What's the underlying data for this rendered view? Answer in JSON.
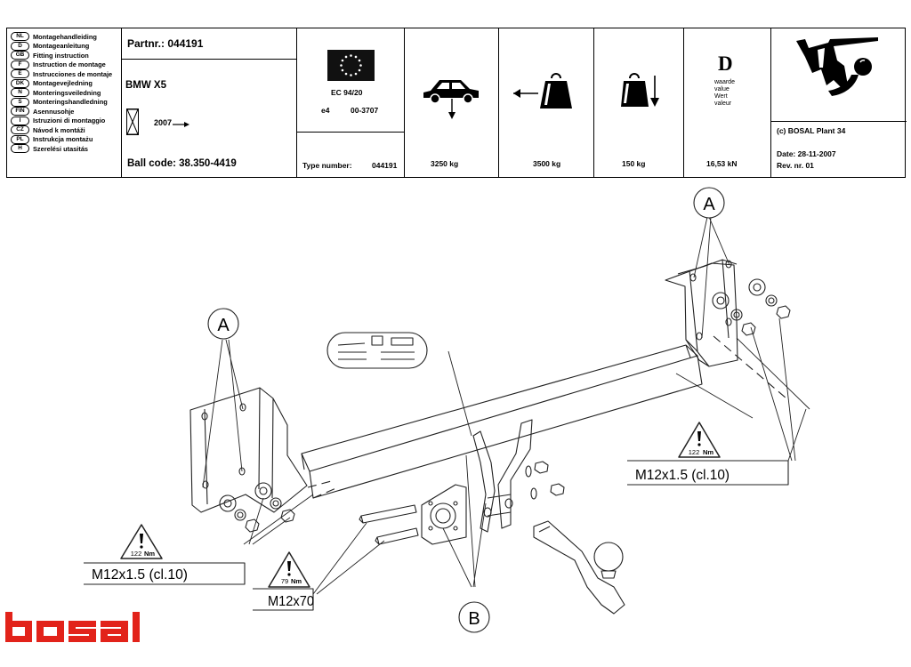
{
  "languages": [
    {
      "code": "NL",
      "text": "Montagehandleiding"
    },
    {
      "code": "D",
      "text": "Montageanleitung"
    },
    {
      "code": "GB",
      "text": "Fitting instruction"
    },
    {
      "code": "F",
      "text": "Instruction de montage"
    },
    {
      "code": "E",
      "text": "Instrucciones de montaje"
    },
    {
      "code": "DK",
      "text": "Montagevejledning"
    },
    {
      "code": "N",
      "text": "Monteringsveiledning"
    },
    {
      "code": "S",
      "text": "Monteringshandledning"
    },
    {
      "code": "FIN",
      "text": "Asennusohje"
    },
    {
      "code": "I",
      "text": "Istruzioni di montaggio"
    },
    {
      "code": "CZ",
      "text": "Návod k montáži"
    },
    {
      "code": "PL",
      "text": "Instrukcja montażu"
    },
    {
      "code": "H",
      "text": "Szerelési utasitás"
    }
  ],
  "part": {
    "partnr": "Partnr.: 044191",
    "vehicle": "BMW X5",
    "year": "2007",
    "ball_code": "Ball code: 38.350-4419"
  },
  "approval": {
    "ec": "EC 94/20",
    "e4": "e4",
    "approval_no": "00-3707",
    "type_label": "Type number:",
    "type_number": "044191"
  },
  "ratings": {
    "vehicle_mass": "3250  kg",
    "trailer_mass": "3500  kg",
    "vertical_load": "150  kg",
    "d_letter": "D",
    "d_words": [
      "waarde",
      "value",
      "Wert",
      "valeur"
    ],
    "d_value": "16,53  kN"
  },
  "info": {
    "copyright": "(c) BOSAL Plant 34",
    "date": "Date:  28-11-2007",
    "rev": "Rev. nr.  01"
  },
  "callouts": {
    "label_a": "A",
    "label_b": "B",
    "torque_1": "122",
    "torque_2": "79",
    "torque_unit": "Nm",
    "bolt_a": "M12x1.5  (cl.10)",
    "bolt_b": "M12x70"
  },
  "brand": "bosal",
  "colors": {
    "brand_red": "#e2231a",
    "line": "#222222"
  }
}
